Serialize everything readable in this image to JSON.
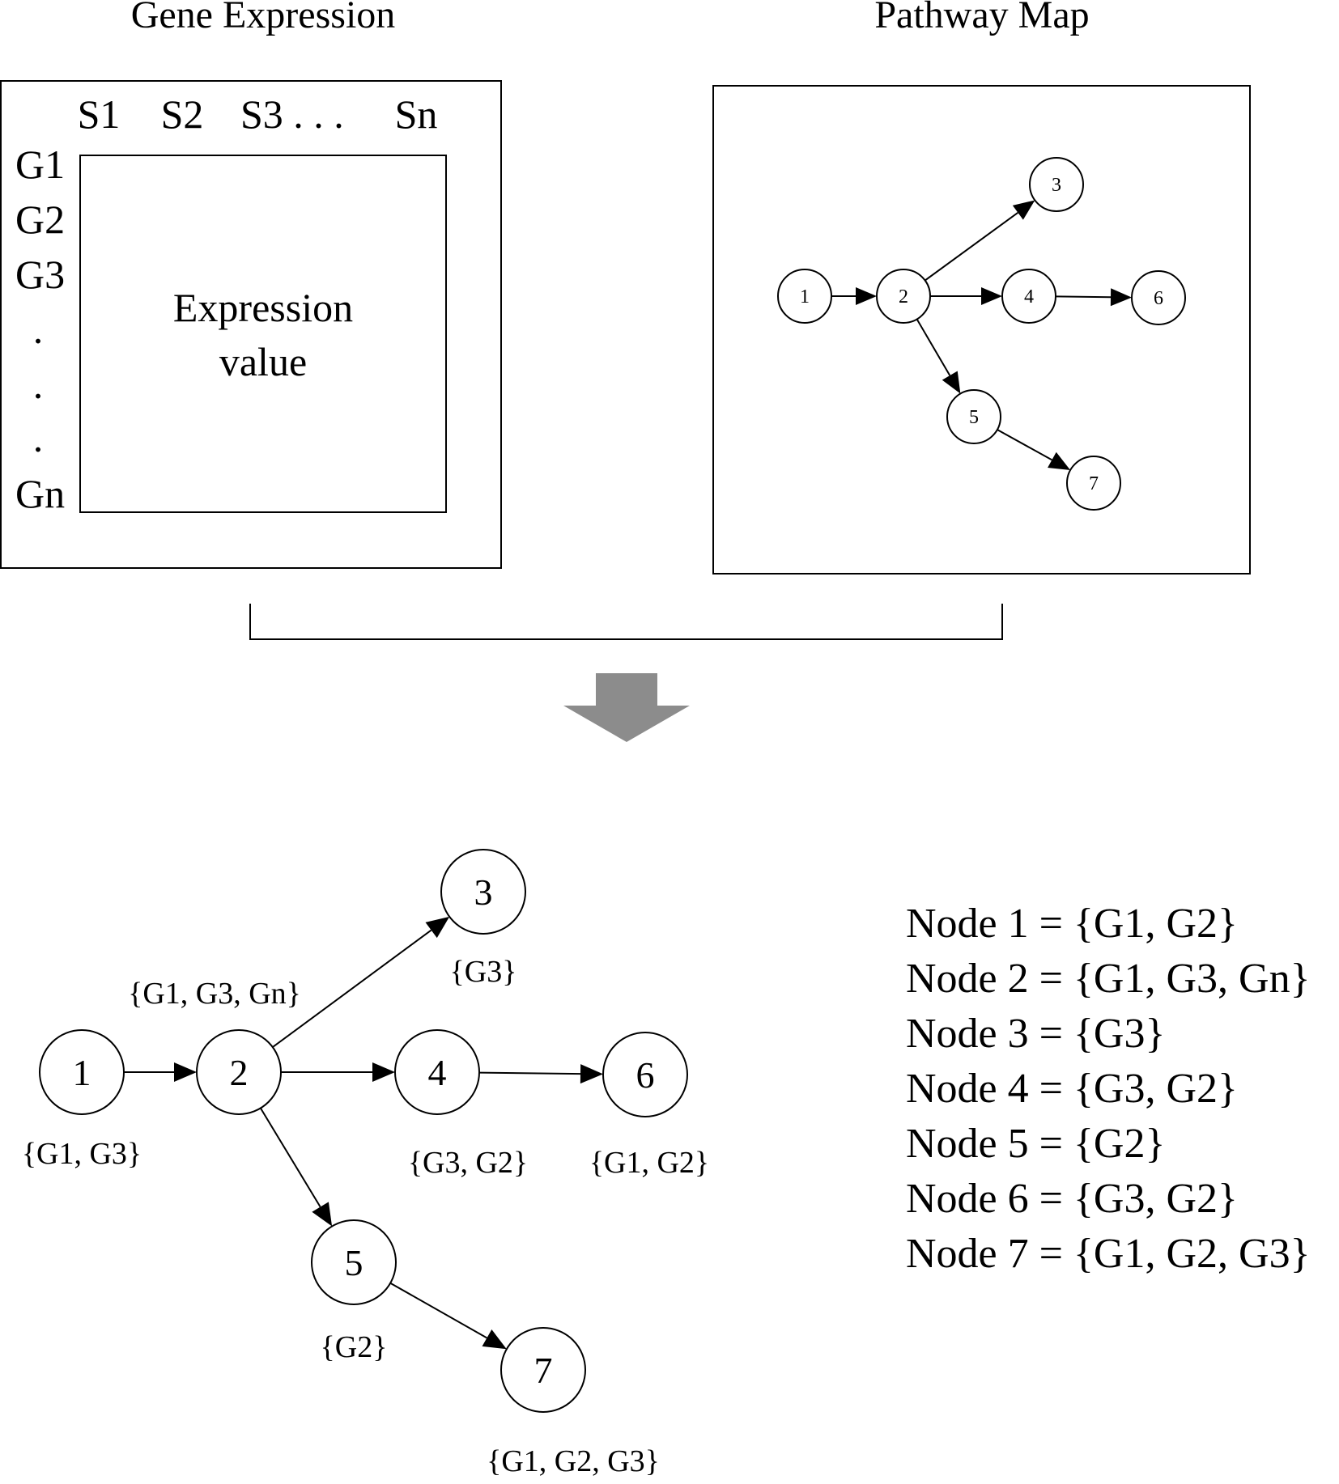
{
  "gene_expression": {
    "title": "Gene Expression",
    "sample_headers": [
      "S1",
      "S2",
      "S3 . . .",
      "Sn"
    ],
    "gene_labels": [
      "G1",
      "G2",
      "G3",
      ".",
      ".",
      ".",
      "Gn"
    ],
    "matrix_text": [
      "Expression",
      "value"
    ]
  },
  "pathway_map": {
    "title": "Pathway Map",
    "nodes": [
      "1",
      "2",
      "3",
      "4",
      "5",
      "6",
      "7"
    ],
    "edges": [
      [
        "1",
        "2"
      ],
      [
        "2",
        "3"
      ],
      [
        "2",
        "4"
      ],
      [
        "4",
        "6"
      ],
      [
        "2",
        "5"
      ],
      [
        "5",
        "7"
      ]
    ]
  },
  "result_graph": {
    "nodes": [
      {
        "id": "1",
        "genes": "{G1, G3}"
      },
      {
        "id": "2",
        "genes": "{G1, G3, Gn}"
      },
      {
        "id": "3",
        "genes": "{G3}"
      },
      {
        "id": "4",
        "genes": "{G3, G2}"
      },
      {
        "id": "5",
        "genes": "{G2}"
      },
      {
        "id": "6",
        "genes": "{G1, G2}"
      },
      {
        "id": "7",
        "genes": "{G1, G2, G3}"
      }
    ],
    "edges": [
      [
        "1",
        "2"
      ],
      [
        "2",
        "3"
      ],
      [
        "2",
        "4"
      ],
      [
        "4",
        "6"
      ],
      [
        "2",
        "5"
      ],
      [
        "5",
        "7"
      ]
    ]
  },
  "node_list": [
    "Node 1 = {G1, G2}",
    "Node 2 = {G1, G3, Gn}",
    "Node 3 = {G3}",
    "Node 4 = {G3, G2}",
    "Node 5 = {G2}",
    "Node 6 = {G3, G2}",
    "Node 7 = {G1, G2, G3}"
  ],
  "colors": {
    "stroke": "#000000",
    "big_arrow": "#8c8c8c",
    "background": "#ffffff"
  }
}
